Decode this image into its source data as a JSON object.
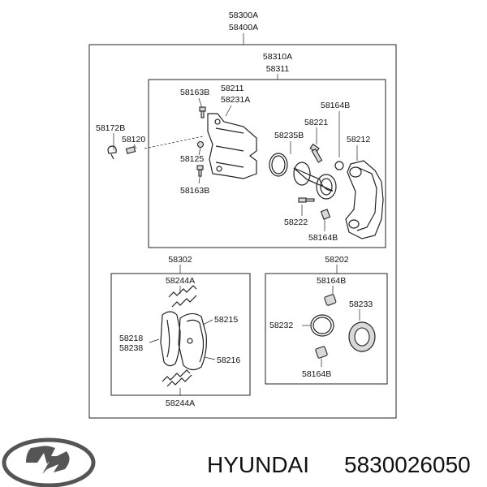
{
  "diagram": {
    "top_labels": [
      "58300A",
      "58400A"
    ],
    "caliper_assy": [
      "58310A",
      "58311"
    ],
    "caliper_parts": {
      "bolt_top": "58163B",
      "bracket": [
        "58211",
        "58231A"
      ],
      "bleeder_cap": "58172B",
      "bleeder": "58120",
      "nut": "58125",
      "bolt_bottom": "58163B",
      "boot_top": "58164B",
      "guide_pin_top": "58221",
      "piston_seal_group": "58235B",
      "housing": "58212",
      "guide_pin_bottom": "58222",
      "boot_bottom": "58164B"
    },
    "pad_kit": {
      "title": "58302",
      "clip_top": "58244A",
      "shim_right": "58215",
      "pad_left": [
        "58218",
        "58238"
      ],
      "pad_right": "58216",
      "clip_bottom": "58244A"
    },
    "seal_kit": {
      "title": "58202",
      "boot_top": "58164B",
      "seal": "58232",
      "piston_boot": "58233",
      "boot_bottom": "58164B"
    }
  },
  "footer": {
    "logo_icon": "hyundai-logo-icon",
    "brand": "HYUNDAI",
    "part_number": "5830026050"
  }
}
